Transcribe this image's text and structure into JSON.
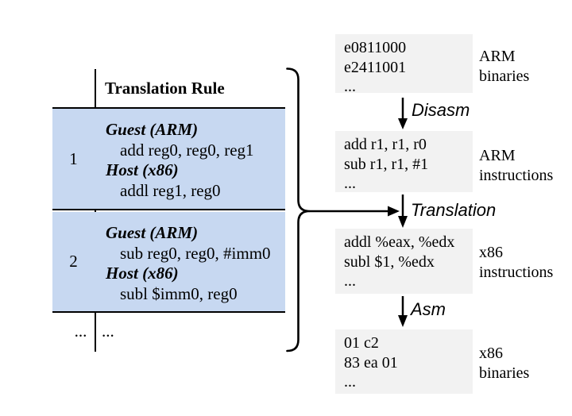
{
  "figure": {
    "table": {
      "header": "Translation Rule",
      "rows": [
        {
          "num": "1",
          "guest_label": "Guest (ARM)",
          "guest_code": "add reg0, reg0, reg1",
          "host_label": "Host (x86)",
          "host_code": "addl reg1, reg0"
        },
        {
          "num": "2",
          "guest_label": "Guest (ARM)",
          "guest_code": "sub reg0, reg0, #imm0",
          "host_label": "Host (x86)",
          "host_code": "subl $imm0, reg0"
        }
      ],
      "ellipsis_row": {
        "num": "...",
        "content": "..."
      }
    },
    "flow": {
      "stages": [
        {
          "lines": [
            "e0811000",
            "e2411001",
            "..."
          ],
          "label_line1": "ARM",
          "label_line2": "binaries"
        },
        {
          "lines": [
            "add r1, r1, r0",
            "sub r1, r1, #1",
            "..."
          ],
          "label_line1": "ARM",
          "label_line2": "instructions"
        },
        {
          "lines": [
            "addl %eax, %edx",
            "subl $1, %edx",
            "..."
          ],
          "label_line1": "x86",
          "label_line2": "instructions"
        },
        {
          "lines": [
            "01 c2",
            "83 ea 01",
            "..."
          ],
          "label_line1": "x86",
          "label_line2": "binaries"
        }
      ],
      "arrow_labels": [
        {
          "label": "Disasm"
        },
        {
          "label": "Translation"
        },
        {
          "label": "Asm"
        }
      ]
    },
    "colors": {
      "row_fill": "#c7d8f1",
      "box_fill": "#f2f2f2",
      "line": "#000000"
    }
  }
}
